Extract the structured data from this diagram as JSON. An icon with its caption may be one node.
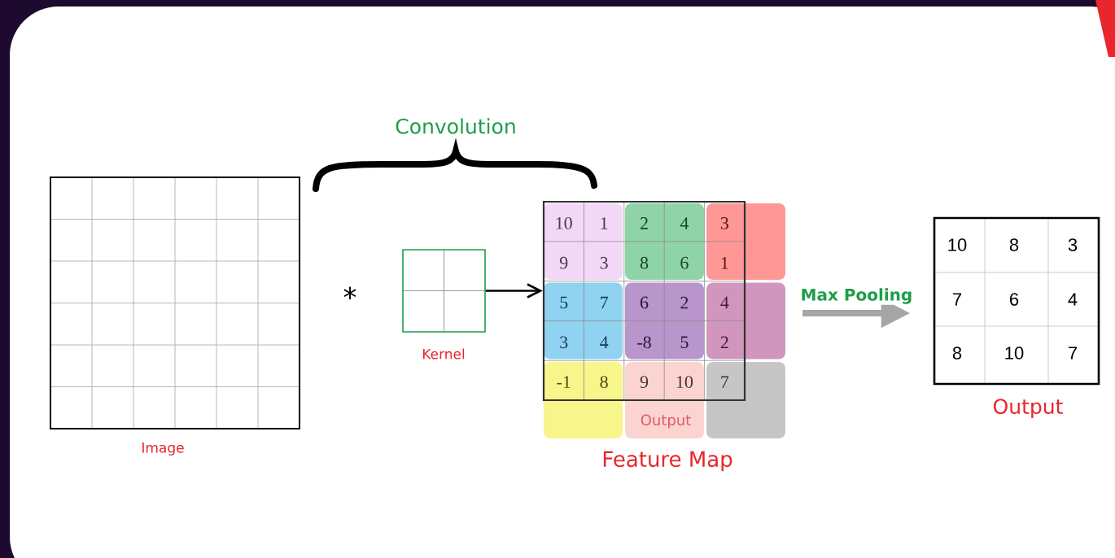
{
  "diagram": {
    "nodes": [
      {
        "text": [],
        "shape": "box",
        "beside": [
          "Image"
        ]
      },
      {
        "text": [],
        "shape": "box",
        "beside": [
          "Kernel"
        ]
      },
      {
        "text": [],
        "shape": "box",
        "beside": [
          "Feature Map"
        ]
      },
      {
        "text": [],
        "shape": "box",
        "beside": [
          "Output"
        ]
      }
    ],
    "edges": [
      {
        "from": 1,
        "to": 2,
        "arrow": "to"
      },
      {
        "from": 2,
        "to": 3,
        "arrow": "to",
        "label": "Max Pooling",
        "style": "thick",
        "color": "#a6a6a6"
      }
    ],
    "labels": [
      "Convolution",
      "*",
      "10",
      "1",
      "2",
      "4",
      "3",
      "9",
      "3",
      "8",
      "6",
      "1",
      "5",
      "7",
      "6",
      "2",
      "4",
      "3",
      "4",
      "-8",
      "5",
      "2",
      "-1",
      "8",
      "9",
      "10",
      "7",
      "Output",
      "10",
      "8",
      "3",
      "7",
      "6",
      "4",
      "8",
      "10",
      "7"
    ]
  }
}
